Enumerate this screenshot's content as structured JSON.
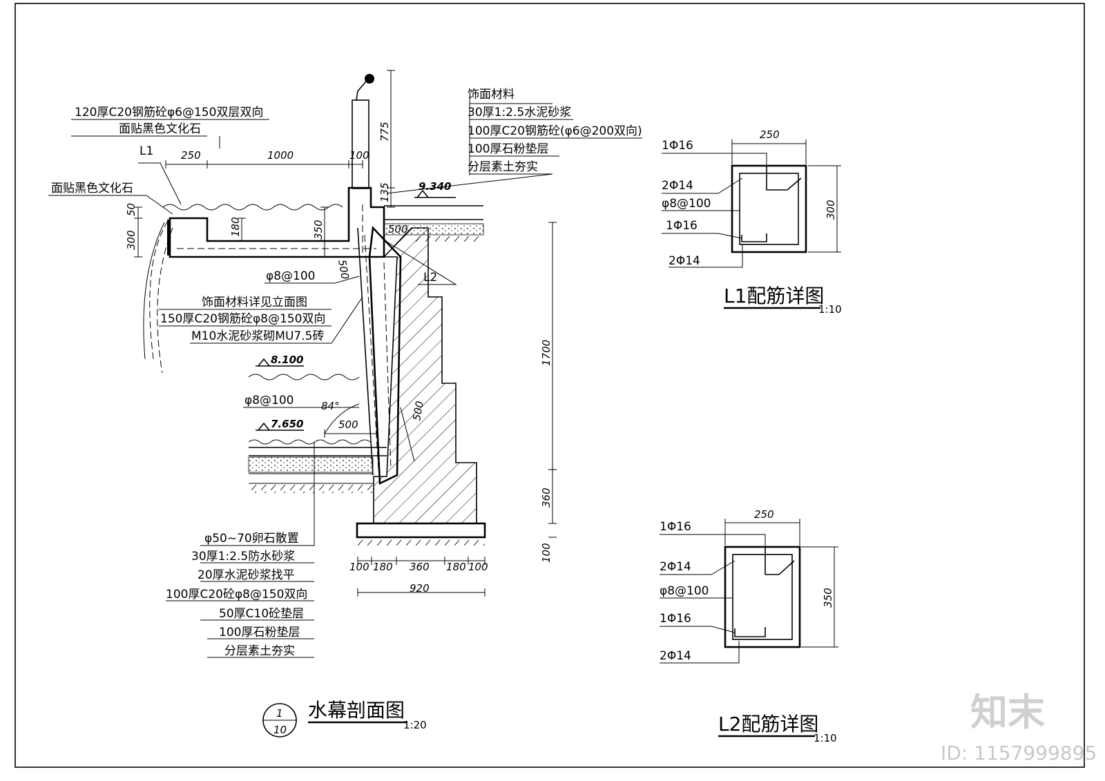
{
  "section": {
    "title": "水幕剖面图",
    "scale": "1:20",
    "index_top": "1",
    "index_bottom": "10",
    "top_notes": [
      "120厚C20钢筋砼φ6@150双层双向",
      "面贴黑色文化石"
    ],
    "label_l1": "L1",
    "label_l2": "L2",
    "left_note": "面贴黑色文化石",
    "right_notes": [
      "饰面材料",
      "30厚1:2.5水泥砂浆",
      "100厚C20钢筋砼(φ6@200双向)",
      "100厚石粉垫层",
      "分层素土夯实"
    ],
    "wall_notes": [
      "饰面材料详见立面图",
      "150厚C20钢筋砼φ8@150双向",
      "M10水泥砂浆砌MU7.5砖"
    ],
    "bottom_notes": [
      "φ50~70卵石散置",
      "30厚1:2.5防水砂浆",
      "20厚水泥砂浆找平",
      "100厚C20砼φ8@150双向",
      "50厚C10砼垫层",
      "100厚石粉垫层",
      "分层素土夯实"
    ],
    "rebar_a": "φ8@100",
    "rebar_b": "φ8@100",
    "angle": "84°",
    "levels": [
      "9.340",
      "8.100",
      "7.650"
    ],
    "dims_top": [
      "250",
      "1000",
      "100"
    ],
    "dims_left": [
      "50",
      "300"
    ],
    "dims_inner": [
      "180",
      "350",
      "500",
      "500",
      "500",
      "500"
    ],
    "dims_post": [
      "775",
      "135"
    ],
    "dims_right": [
      "1700",
      "360",
      "100"
    ],
    "dims_base": [
      "100",
      "180",
      "360",
      "180",
      "100"
    ],
    "dim_base_total": "920"
  },
  "detail_l1": {
    "title": "L1配筋详图",
    "scale": "1:10",
    "width": "250",
    "height": "300",
    "labels": [
      "1Φ16",
      "2Φ14",
      "φ8@100",
      "1Φ16",
      "2Φ14"
    ]
  },
  "detail_l2": {
    "title": "L2配筋详图",
    "scale": "1:10",
    "width": "250",
    "height": "350",
    "labels": [
      "1Φ16",
      "2Φ14",
      "φ8@100",
      "1Φ16",
      "2Φ14"
    ]
  },
  "watermark": {
    "logo": "知末",
    "id": "ID: 1157999895"
  }
}
